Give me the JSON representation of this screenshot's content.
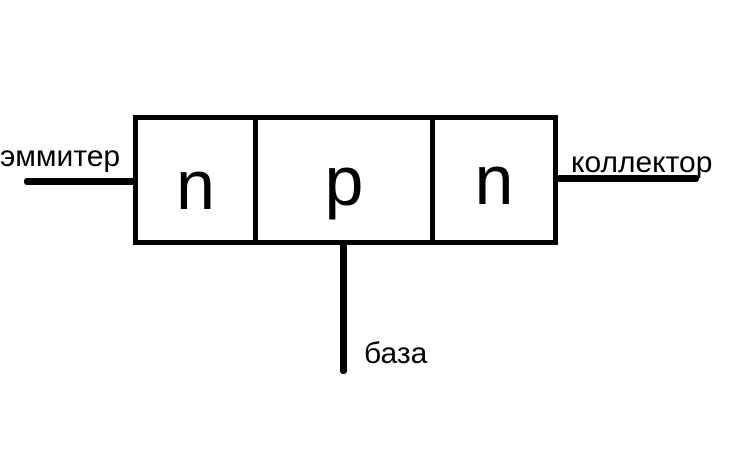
{
  "diagram": {
    "regions": [
      {
        "label": "n"
      },
      {
        "label": "p"
      },
      {
        "label": "n"
      }
    ],
    "terminals": {
      "emitter": "эммитер",
      "collector": "коллектор",
      "base": "база"
    },
    "colors": {
      "stroke": "#000000",
      "background": "#ffffff"
    }
  }
}
